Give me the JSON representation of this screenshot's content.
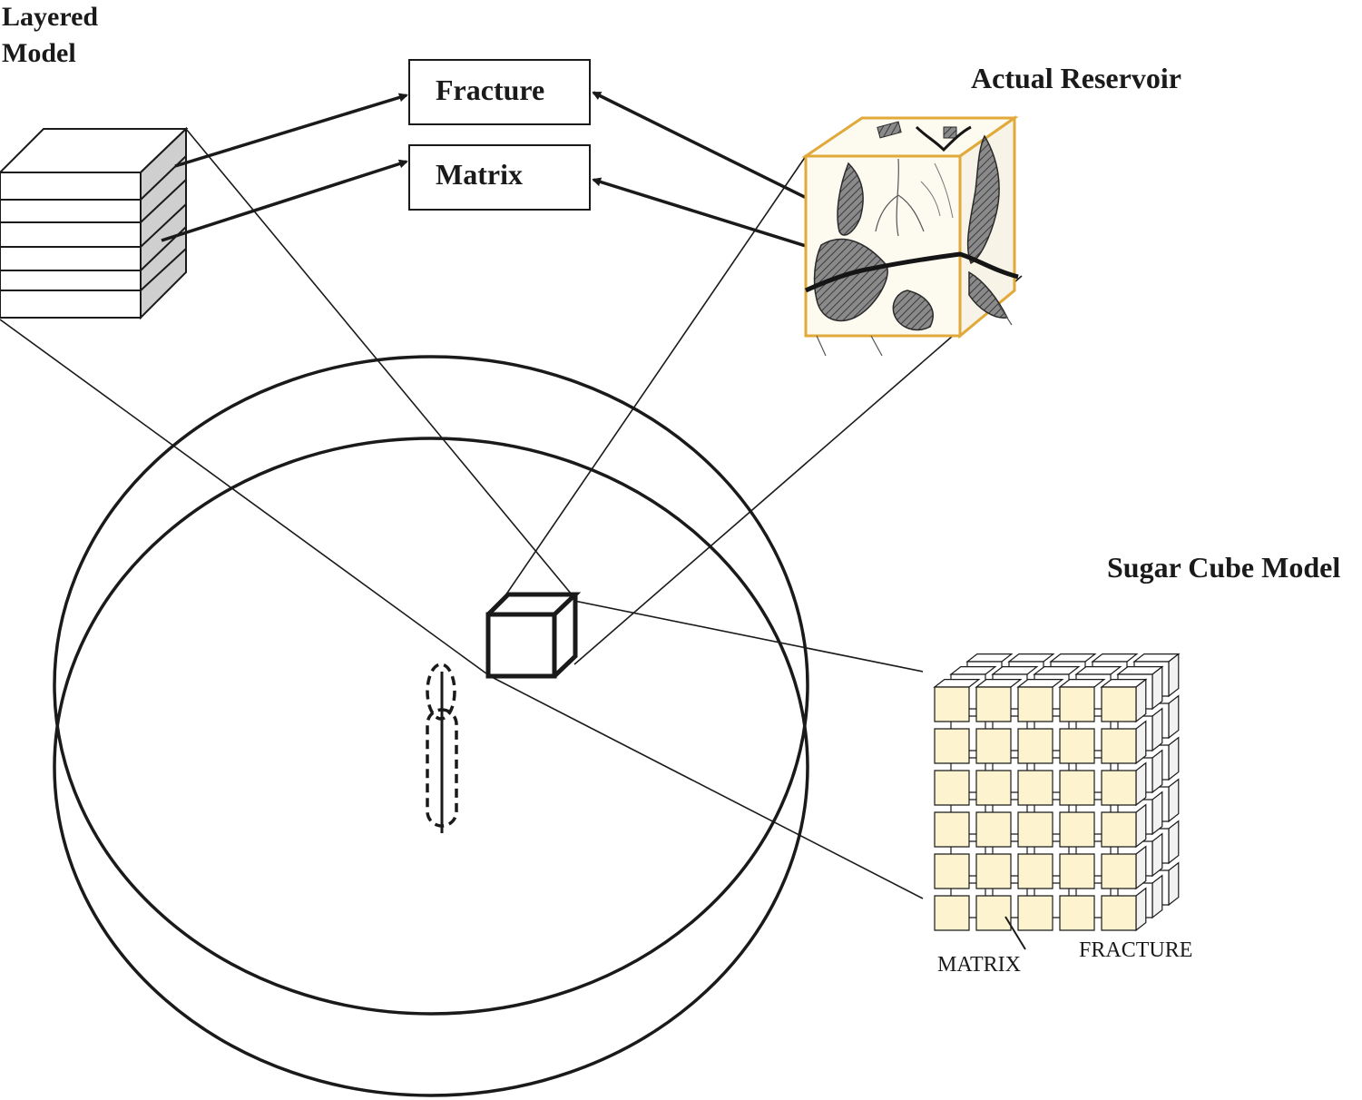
{
  "labels": {
    "layered_model_line1": "Layered",
    "layered_model_line2": "Model",
    "fracture_box": "Fracture",
    "matrix_box": "Matrix",
    "actual_reservoir": "Actual Reservoir",
    "sugar_cube_model": "Sugar Cube Model",
    "matrix_caption": "MATRIX",
    "fracture_caption": "FRACTURE"
  },
  "colors": {
    "stroke": "#1a1a1a",
    "sugar_cube_face": "#fdf3cf",
    "reservoir_outline": "#e0a93a",
    "reservoir_fill": "#fdfaf0",
    "layer_side": "#c8c8c8"
  }
}
